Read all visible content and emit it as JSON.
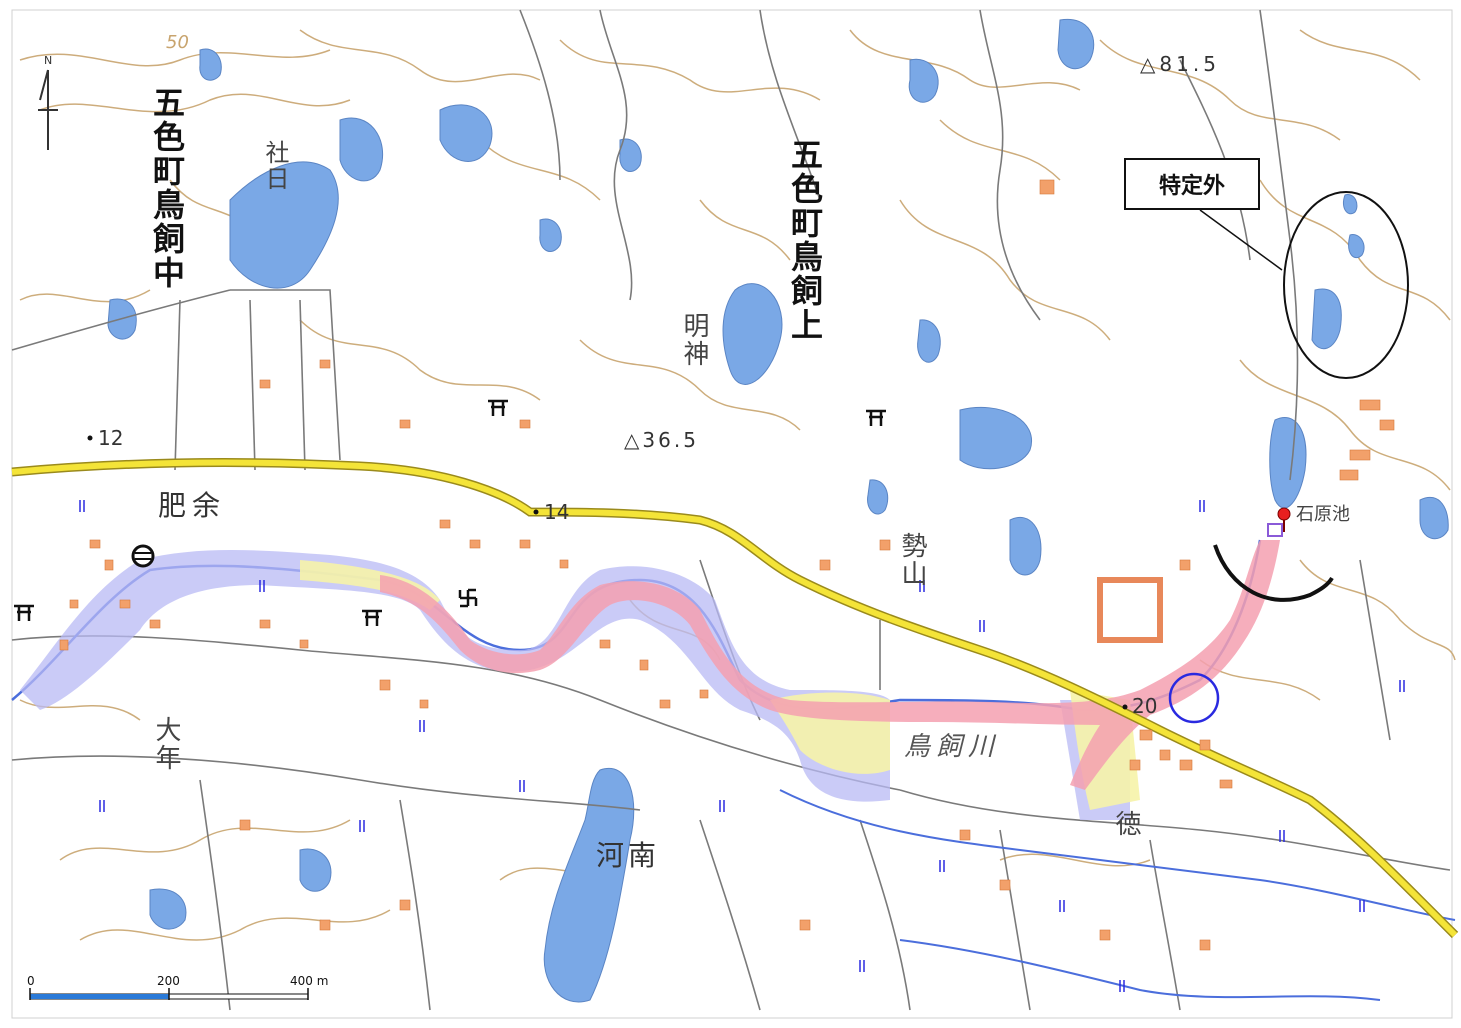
{
  "north_arrow": {
    "label": "N"
  },
  "colors": {
    "contour": "#c8a46e",
    "water": "#7aa8e6",
    "road_major": "#f4e438",
    "building": "#f2a06a",
    "flood_pink": "#f4a0b0",
    "flood_yellow": "#f6f3a8",
    "flood_lavender": "#b8baf4",
    "marker_black": "#111111",
    "marker_blue": "#2a2ae0",
    "pin_red": "#e81f1f"
  },
  "place_labels": {
    "goshiki_torikainaka": "五色町鳥飼中",
    "goshiki_torikaikami": "五色町鳥飼上",
    "shabi": "社日",
    "myojin": "明神",
    "hiyo": "肥余",
    "seyama": "勢山",
    "onen": "大年",
    "kanan": "河南",
    "toku": "徳",
    "river": "鳥飼川",
    "pond": "石原池"
  },
  "elevations": {
    "summit_1": "△81.5",
    "summit_2": "△36.5",
    "contour_50": "50",
    "spot_12": "12",
    "spot_14": "14",
    "spot_20": "20"
  },
  "callout": {
    "label": "特定外"
  },
  "scale_bar": {
    "ticks": [
      "0",
      "200",
      "400 m"
    ]
  }
}
